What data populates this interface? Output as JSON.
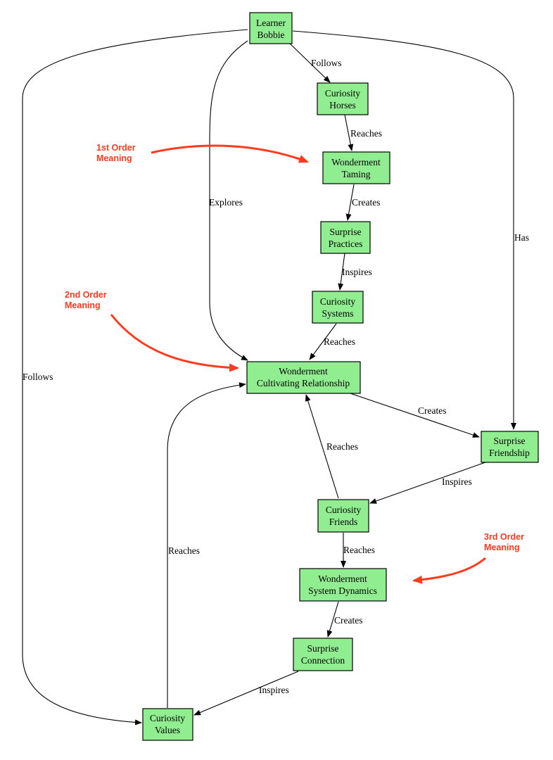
{
  "colors": {
    "node_fill": "#90ee90",
    "edge": "#000000",
    "annotation": "#ff3b1f"
  },
  "nodes": [
    {
      "id": "learner",
      "lines": [
        "Learner",
        "Bobbie"
      ]
    },
    {
      "id": "curiosity-horses",
      "lines": [
        "Curiosity",
        "Horses"
      ]
    },
    {
      "id": "wonderment-taming",
      "lines": [
        "Wonderment",
        "Taming"
      ]
    },
    {
      "id": "surprise-practices",
      "lines": [
        "Surprise",
        "Practices"
      ]
    },
    {
      "id": "curiosity-systems",
      "lines": [
        "Curiosity",
        "Systems"
      ]
    },
    {
      "id": "wonderment-cultivating",
      "lines": [
        "Wonderment",
        "Cultivating Relationship"
      ]
    },
    {
      "id": "surprise-friendship",
      "lines": [
        "Surprise",
        "Friendship"
      ]
    },
    {
      "id": "curiosity-friends",
      "lines": [
        "Curiosity",
        "Friends"
      ]
    },
    {
      "id": "wonderment-system-dynamics",
      "lines": [
        "Wonderment",
        "System Dynamics"
      ]
    },
    {
      "id": "surprise-connection",
      "lines": [
        "Surprise",
        "Connection"
      ]
    },
    {
      "id": "curiosity-values",
      "lines": [
        "Curiosity",
        "Values"
      ]
    }
  ],
  "edges": [
    {
      "id": "e1",
      "from": "learner",
      "to": "curiosity-horses",
      "label": "Follows"
    },
    {
      "id": "e2",
      "from": "curiosity-horses",
      "to": "wonderment-taming",
      "label": "Reaches"
    },
    {
      "id": "e3",
      "from": "wonderment-taming",
      "to": "surprise-practices",
      "label": "Creates"
    },
    {
      "id": "e4",
      "from": "surprise-practices",
      "to": "curiosity-systems",
      "label": "Inspires"
    },
    {
      "id": "e5",
      "from": "curiosity-systems",
      "to": "wonderment-cultivating",
      "label": "Reaches"
    },
    {
      "id": "e6",
      "from": "learner",
      "to": "wonderment-cultivating",
      "label": "Explores"
    },
    {
      "id": "e7",
      "from": "learner",
      "to": "surprise-friendship",
      "label": "Has"
    },
    {
      "id": "e8",
      "from": "learner",
      "to": "curiosity-values",
      "label": "Follows"
    },
    {
      "id": "e9",
      "from": "wonderment-cultivating",
      "to": "surprise-friendship",
      "label": "Creates"
    },
    {
      "id": "e10",
      "from": "surprise-friendship",
      "to": "curiosity-friends",
      "label": "Inspires"
    },
    {
      "id": "e11",
      "from": "curiosity-friends",
      "to": "wonderment-cultivating",
      "label": "Reaches"
    },
    {
      "id": "e12",
      "from": "curiosity-friends",
      "to": "wonderment-system-dynamics",
      "label": "Reaches"
    },
    {
      "id": "e13",
      "from": "wonderment-system-dynamics",
      "to": "surprise-connection",
      "label": "Creates"
    },
    {
      "id": "e14",
      "from": "surprise-connection",
      "to": "curiosity-values",
      "label": "Inspires"
    },
    {
      "id": "e15",
      "from": "curiosity-values",
      "to": "wonderment-cultivating",
      "label": "Reaches"
    }
  ],
  "annotations": [
    {
      "id": "first-order",
      "lines": [
        "1st Order",
        "Meaning"
      ]
    },
    {
      "id": "second-order",
      "lines": [
        "2nd Order",
        "Meaning"
      ]
    },
    {
      "id": "third-order",
      "lines": [
        "3rd Order",
        "Meaning"
      ]
    }
  ]
}
